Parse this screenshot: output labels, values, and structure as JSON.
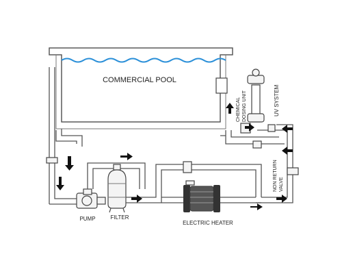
{
  "labels": {
    "pool": "COMMERCIAL POOL",
    "chemical_dosing": [
      "CHEMICAL",
      "DOSING UNIT"
    ],
    "uv_system": "UV SYSTEM",
    "non_return_valve": [
      "NON RETURN",
      "VALVE"
    ],
    "pump": "PUMP",
    "filter": "FILTER",
    "heater": "ELECTRIC HEATER"
  },
  "colors": {
    "water": "#2a8fd8",
    "pipe": "#555555",
    "arrow": "#111111"
  }
}
